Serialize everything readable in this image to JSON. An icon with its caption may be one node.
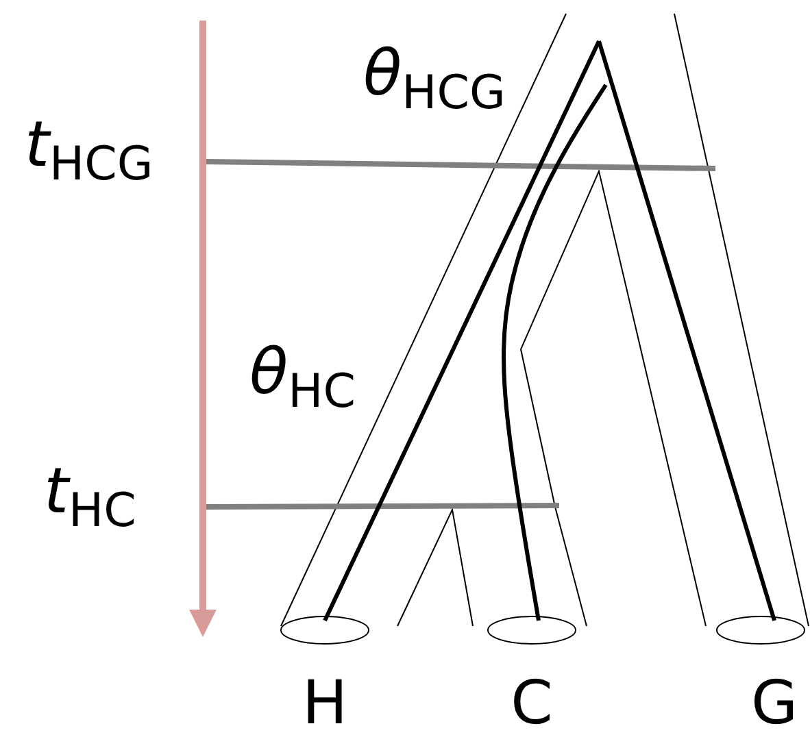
{
  "diagram": {
    "nodes": [
      {
        "text": [
          "H"
        ]
      },
      {
        "text": [
          "C"
        ]
      },
      {
        "text": [
          "G"
        ]
      }
    ],
    "edges": [
      {
        "from": null,
        "to": 0,
        "arrow": "none"
      },
      {
        "from": null,
        "to": 1,
        "arrow": "none"
      },
      {
        "from": null,
        "to": 2,
        "arrow": "none"
      }
    ],
    "labels": [
      "*θ*$_{HCG}$",
      "*t*$_{HCG}$",
      "*θ*$_{HC}$",
      "*t*$_{HC}$"
    ]
  }
}
